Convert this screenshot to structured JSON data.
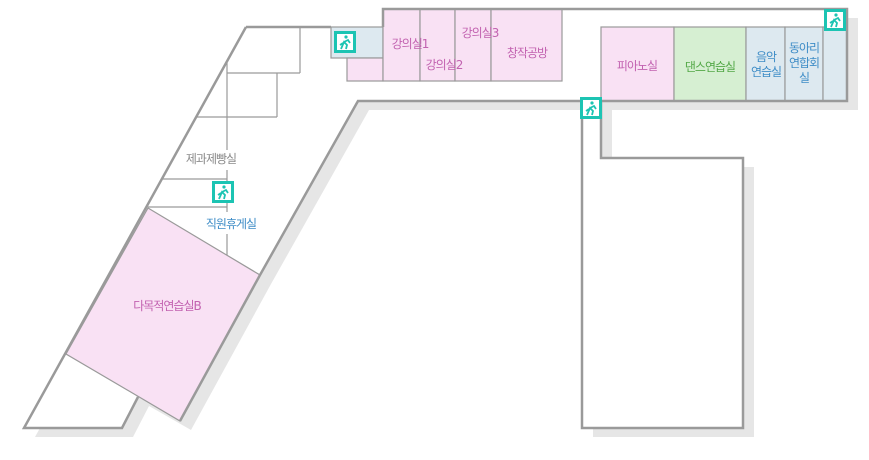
{
  "title": "Floor plan",
  "colors": {
    "room_pink": "#f9e1f4",
    "room_green": "#d6efd2",
    "room_blue": "#dde9f0",
    "wall": "#9a9a9a",
    "exit": "#1cc4b3"
  },
  "rooms": {
    "lecture1": "강의실1",
    "lecture2": "강의실2",
    "lecture3": "강의실3",
    "creative": "창작공방",
    "piano": "피아노실",
    "dance": "댄스연습실",
    "music_1": "음악",
    "music_2": "연습실",
    "club_1": "동아리",
    "club_2": "연합회",
    "club_3": "실",
    "bakery": "제과제빵실",
    "staff": "직원휴게실",
    "multi": "다목적연습실B"
  },
  "icons": [
    "emergency-exit-icon"
  ]
}
